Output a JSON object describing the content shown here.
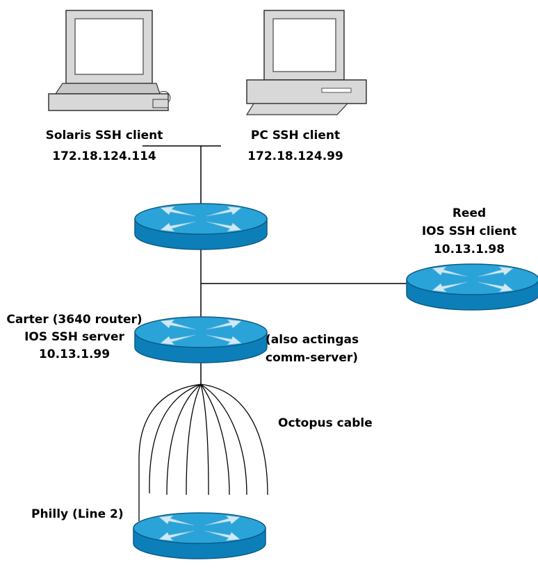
{
  "diagram": {
    "colors": {
      "router_top": "#2aa3d8",
      "router_side": "#0c7fb8",
      "router_outline": "#0a5a86",
      "router_arrows": "#cfe9f7",
      "computer_body": "#d8d8d8",
      "computer_shadow": "#9a9a9a",
      "screen": "#ffffff",
      "line": "#000000"
    },
    "nodes": {
      "solaris": {
        "icon": "computer-icon",
        "name": "Solaris SSH client",
        "ip": "172.18.124.114"
      },
      "pc": {
        "icon": "computer-icon",
        "name": "PC SSH client",
        "ip": "172.18.124.99"
      },
      "top_router": {
        "icon": "router-icon"
      },
      "reed": {
        "icon": "router-icon",
        "name": "Reed",
        "role": "IOS SSH client",
        "ip": "10.13.1.98"
      },
      "carter": {
        "icon": "router-icon",
        "name": "Carter (3640 router)",
        "role": "IOS SSH server",
        "ip": "10.13.1.99",
        "note_line1": "(also actingas",
        "note_line2": "comm-server)"
      },
      "philly": {
        "icon": "router-icon",
        "name": "Philly (Line 2)"
      }
    },
    "octopus_label": "Octopus cable"
  }
}
